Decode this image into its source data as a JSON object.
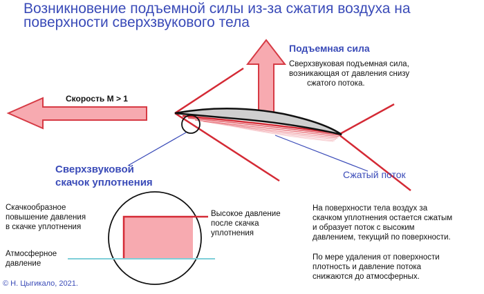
{
  "title_line1": "Возникновение подъемной силы из-за сжатия воздуха на",
  "title_line2": "поверхности сверхзвукового тела",
  "lift_heading": "Подъемная сила",
  "lift_desc": [
    "Сверхзвуковая подъемная сила,",
    "возникающая от давления снизу",
    "сжатого потока."
  ],
  "speed_label": "Скорость М > 1",
  "shock_label": [
    "Сверхзвуковой",
    "скачок уплотнения"
  ],
  "compressed_flow_label": "Сжатый поток",
  "jump_label": [
    "Скачкообразное",
    "повышение давления",
    "в скачке уплотнения"
  ],
  "atm_label": [
    "Атмосферное",
    "давление"
  ],
  "high_pressure_label": [
    "Высокое давление",
    "после скачка",
    "уплотнения"
  ],
  "surface_desc": [
    "На поверхности тела воздух за",
    "скачком уплотнения остается сжатым",
    "и образует поток с высоким",
    "давлением, текущий по поверхности."
  ],
  "distance_desc": [
    "По мере удаления от поверхности",
    "плотность и давление потока",
    "снижаются до атмосферных."
  ],
  "copyright": "© Н. Цыгикало, 2021.",
  "colors": {
    "title": "#3a4bb8",
    "shock": "#d42a35",
    "arrow_fill": "#f7aab0",
    "arrow_stroke": "#d63a44",
    "atm": "#7ecfd8",
    "body_fill": "#cfcfcf"
  }
}
